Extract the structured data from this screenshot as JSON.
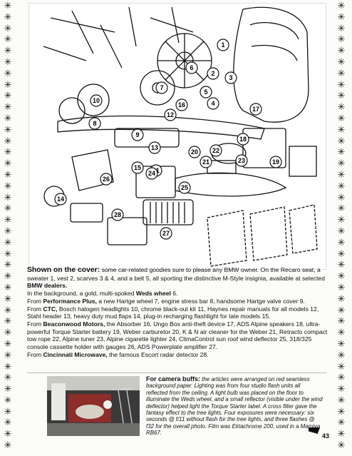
{
  "decor": {
    "border_glyph": "✳",
    "border_icon": "asterisk-star-icon"
  },
  "illustration": {
    "callouts": [
      "1",
      "2",
      "3",
      "4",
      "5",
      "6",
      "7",
      "8",
      "9",
      "10",
      "11",
      "12",
      "13",
      "14",
      "15",
      "16",
      "17",
      "18",
      "19",
      "20",
      "21",
      "22",
      "23",
      "24",
      "25",
      "26",
      "27",
      "28"
    ]
  },
  "cover": {
    "title": "Shown on the cover:",
    "intro": " some car-related goodies sure to please any BMW owner. On the Recaro seat, a sweater 1, vest 2, scarves 3 & 4, and a belt 5, all sporting the distinctive M-Style insignia, available at selected ",
    "intro_bold": "BMW dealers.",
    "line2_pre": "In the background, a gold, multi-spoked ",
    "line2_bold": "Weds wheel",
    "line2_post": " 6.",
    "l3_pre": "From ",
    "l3_bold": "Performance Plus,",
    "l3_post": " a new Hartge wheel 7, engine stress bar 8, handsome Hartge valve cover 9.",
    "l4_pre": "From ",
    "l4_bold": "CTC,",
    "l4_post": " Bosch halogen headlights 10, chrome black-out kit 11, Haynes repair manuals for all models 12, Stahl header 13, heavy duty mud flaps 14, plug-in recharging flashlight for late models 15.",
    "l5_pre": "From ",
    "l5_bold": "Beaconwood Motors,",
    "l5_post": " the Absorber 16, Ungo Box anti-theft device 17, ADS Alpine speakers 18, ultra-powerful Torque Starter battery 19, Weber carburetor 20, K & N air cleaner for the Weber 21, Retracto compact tow rope 22, Alpine tuner 23, Alpine cigarette lighter 24, ClimaControl sun roof wind deflector 25, 318/325 console cassette holder with gauges 26, ADS Powerplate amplifier 27.",
    "l6_pre": "From ",
    "l6_bold": "Cincinnati Microwave,",
    "l6_post": " the famous Escort radar detector 28."
  },
  "camera": {
    "title": "For camera buffs:",
    "body": " the articles were arranged on red seamless background paper. Lighting was from four studio flash units all reflected from the ceiling. A light bulb was placed on the floor to illuminate the Weds wheel, and a small reflector (visible under the wind deflector) helped light the Torque Starter label. A cross filter gave the fantasy effect to the tree lights. Four exposures were necessary: six seconds @ f/11 without flash for the tree lights, and three flashes @ f32 for the overall photo. Film was Ektachrome 200, used in a Mamiya RB67."
  },
  "page_number": "43"
}
